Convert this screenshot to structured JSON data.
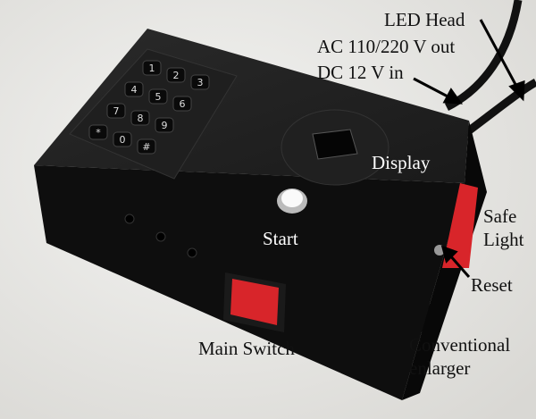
{
  "labels": {
    "led_head": "LED Head",
    "ac_out": "AC 110/220 V out",
    "dc_in": "DC 12 V in",
    "display": "Display",
    "start": "Start",
    "safe_light_1": "Safe",
    "safe_light_2": "Light",
    "reset": "Reset",
    "main_switch": "Main Switch",
    "enlarger_1": "Conventional",
    "enlarger_2": "enlarger"
  },
  "keypad": {
    "keys": [
      "1",
      "2",
      "3",
      "4",
      "5",
      "6",
      "7",
      "8",
      "9",
      "*",
      "0",
      "#"
    ]
  },
  "colors": {
    "box": "#141414",
    "switch": "#d8252a",
    "background": "#ecebe8"
  }
}
